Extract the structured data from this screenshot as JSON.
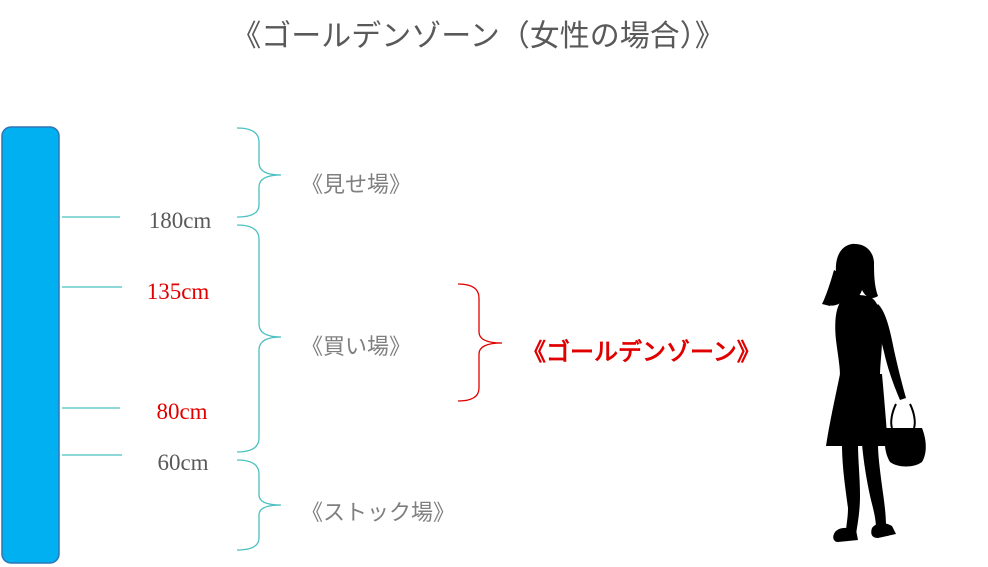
{
  "title": "《ゴールデンゾーン（女性の場合）》",
  "zones": {
    "show": "《見せ場》",
    "buy": "《買い場》",
    "stock": "《ストック場》",
    "golden": "《ゴールデンゾーン》"
  },
  "heights": {
    "h180": "180cm",
    "h135": "135cm",
    "h80": "80cm",
    "h60": "60cm"
  },
  "colors": {
    "shelf": "#00b0f0",
    "shelf_border": "#2e75b6",
    "bracket": "#4bc0c0",
    "highlight": "#e00000",
    "label_gray": "#7f7f7f",
    "height_gray": "#595959",
    "silhouette": "#000000"
  },
  "icons": {
    "shelf": "shelf-bar",
    "figure": "woman-silhouette-icon",
    "bag": "handbag-icon"
  }
}
